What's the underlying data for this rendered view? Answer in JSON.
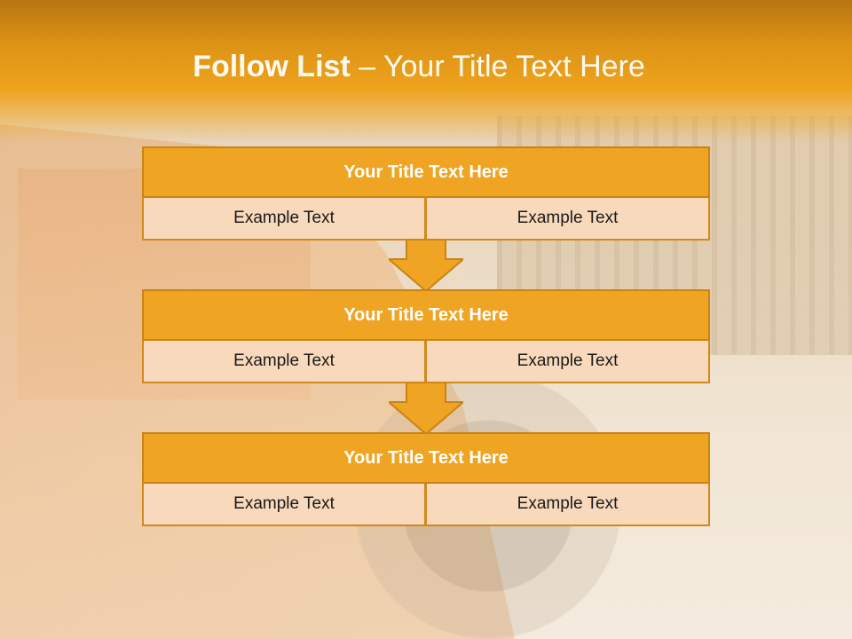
{
  "slide": {
    "title_bold": "Follow List",
    "title_rest": "– Your Title Text Here"
  },
  "blocks": [
    {
      "title": "Your Title Text Here",
      "cells": [
        "Example Text",
        "Example Text"
      ]
    },
    {
      "title": "Your Title Text Here",
      "cells": [
        "Example Text",
        "Example Text"
      ]
    },
    {
      "title": "Your Title Text Here",
      "cells": [
        "Example Text",
        "Example Text"
      ]
    }
  ],
  "colors": {
    "header": "#eea31d",
    "block_title_fill": "#efa424",
    "block_cell_fill": "#f8d9bb",
    "border": "#c98414"
  }
}
